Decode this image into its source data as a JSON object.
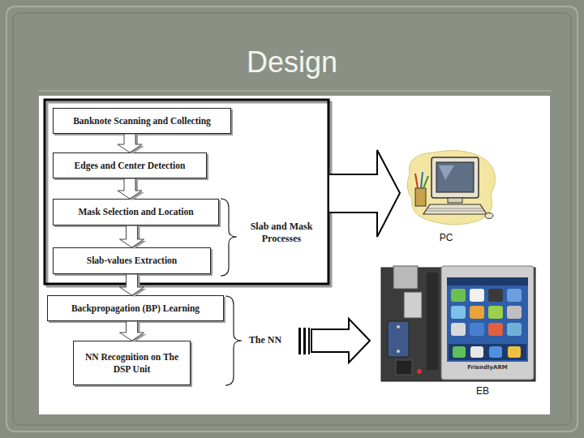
{
  "diagram": {
    "title": "Design",
    "nodes": [
      {
        "text": [
          "Banknote Scanning and Collecting"
        ]
      },
      {
        "text": [
          "Edges and Center Detection"
        ]
      },
      {
        "text": [
          "Mask Selection and Location"
        ]
      },
      {
        "text": [
          "Slab-values Extraction"
        ]
      },
      {
        "text": [
          "Backpropagation (BP) Learning"
        ]
      },
      {
        "text": [
          "NN Recognition on The DSP Unit"
        ]
      }
    ],
    "edges": [
      {
        "from": 0,
        "to": 1,
        "arrow": "to"
      },
      {
        "from": 1,
        "to": 2,
        "arrow": "to"
      },
      {
        "from": 2,
        "to": 3,
        "arrow": "to"
      },
      {
        "from": 3,
        "to": 4,
        "arrow": "to"
      },
      {
        "from": 4,
        "to": 5,
        "arrow": "to"
      }
    ],
    "labels": [
      "Slab and Mask Processes",
      "The NN",
      "PC",
      "EB",
      "FriendlyARM"
    ]
  }
}
